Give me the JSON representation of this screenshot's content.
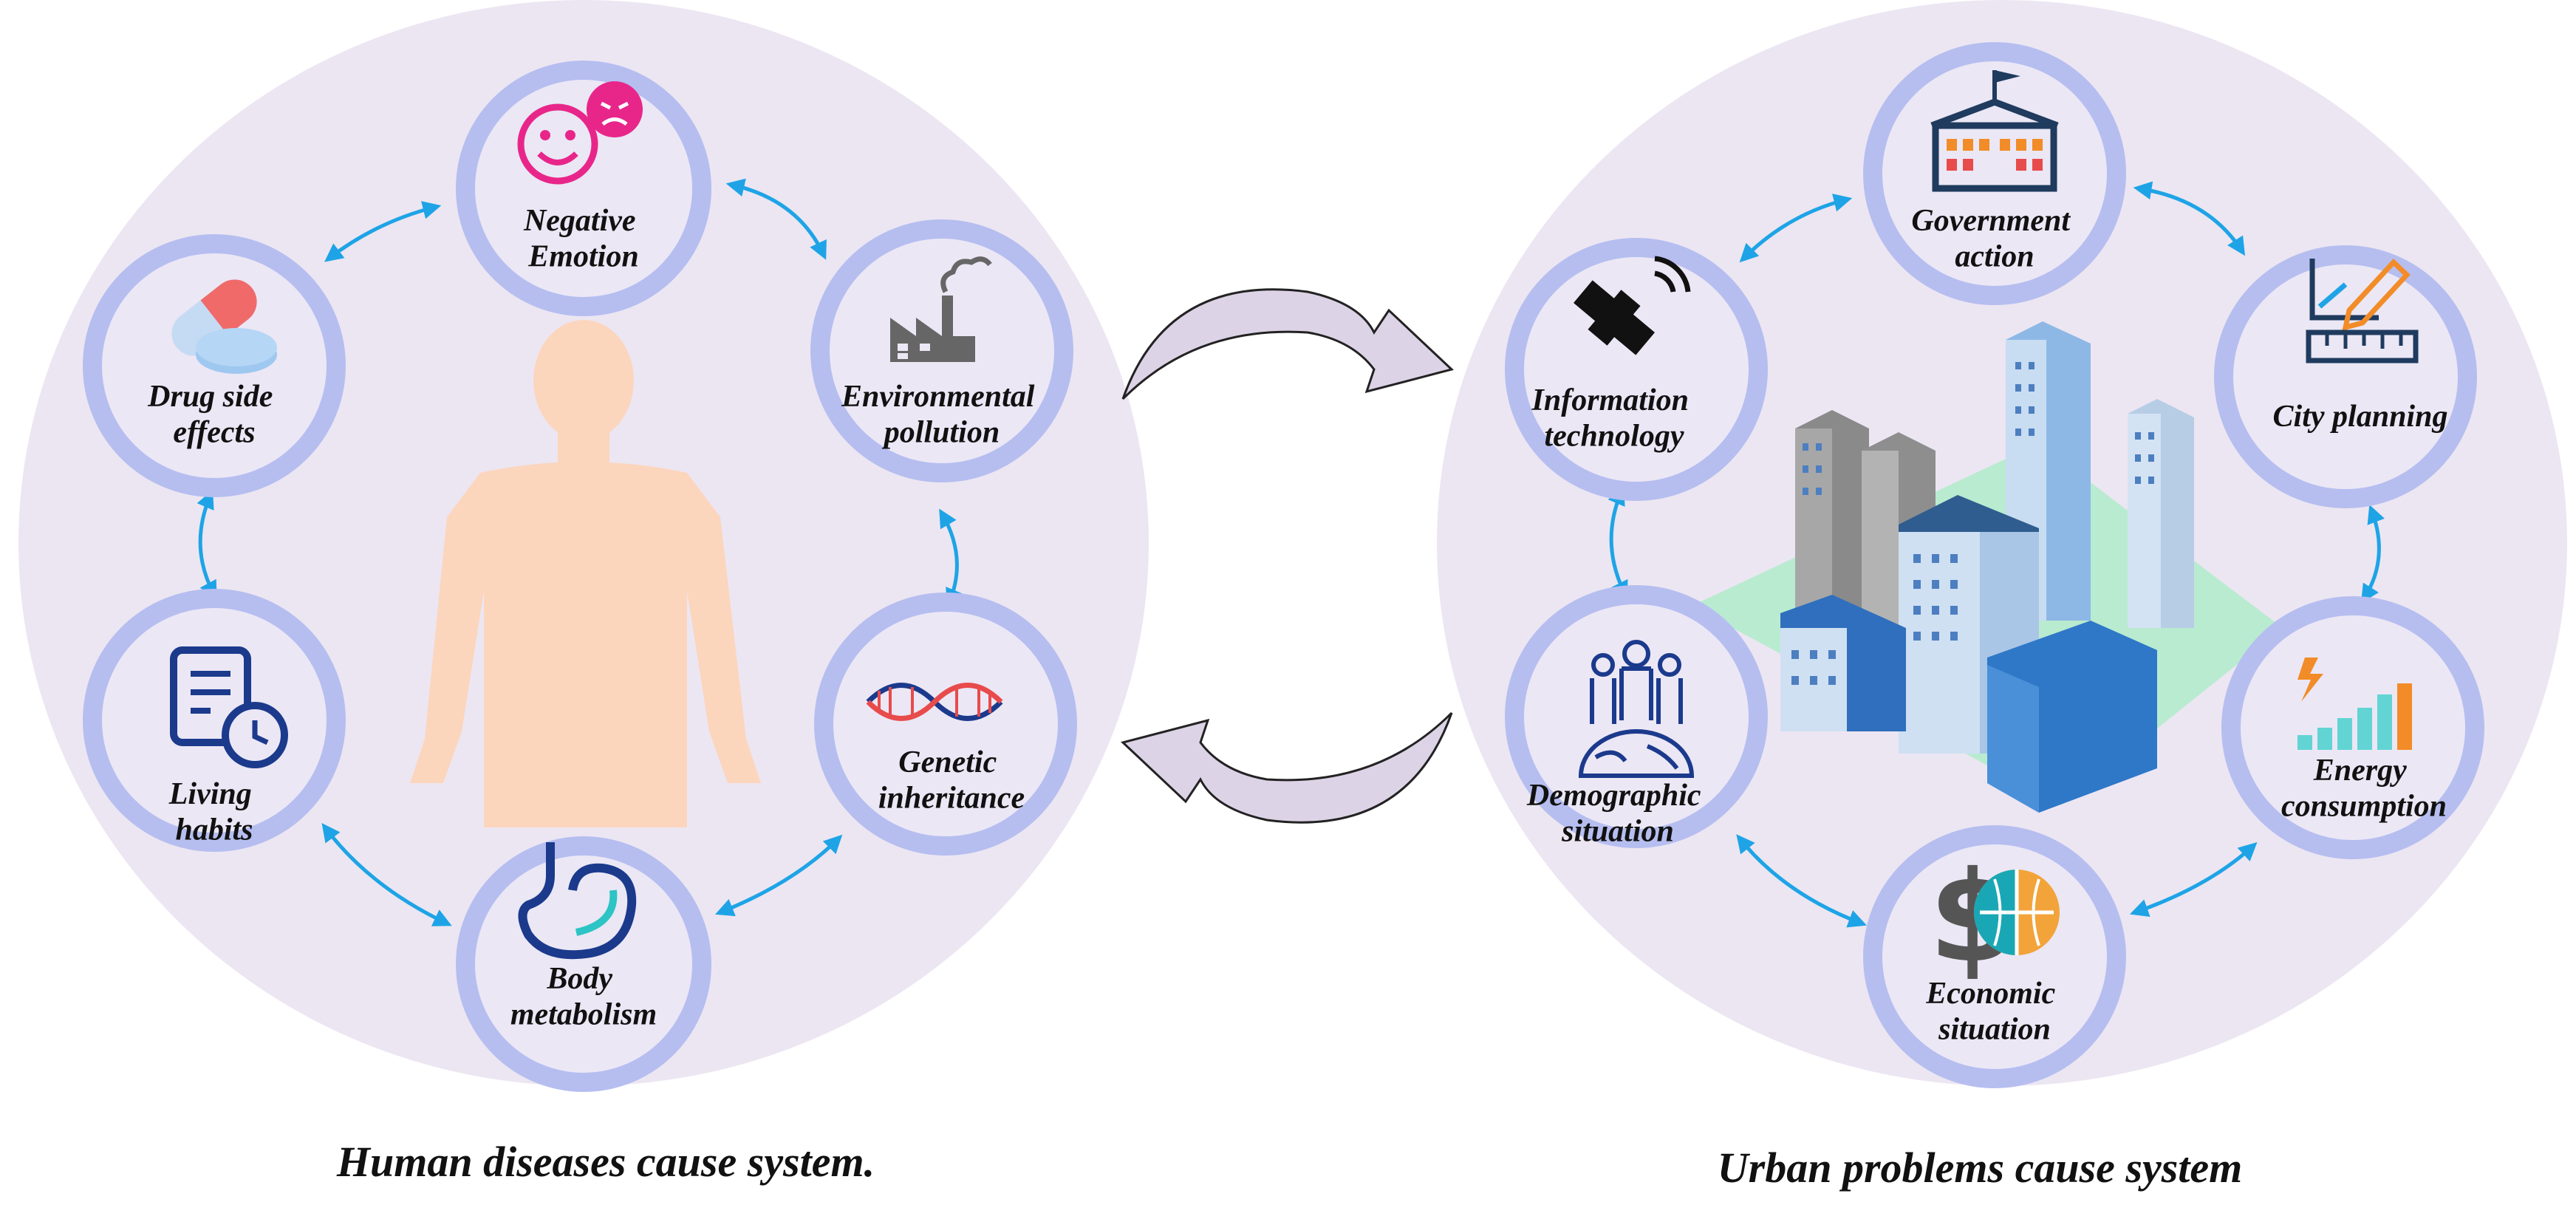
{
  "left_system": {
    "caption": "Human diseases cause system.",
    "nodes": {
      "negative_emotion": [
        "Negative",
        "Emotion"
      ],
      "environmental_pollution": [
        "Environmental",
        "pollution"
      ],
      "genetic_inheritance": [
        "Genetic",
        "inheritance"
      ],
      "body_metabolism": [
        "Body",
        "metabolism"
      ],
      "living_habits": [
        "Living",
        "habits"
      ],
      "drug_side_effects": [
        "Drug side",
        "effects"
      ]
    }
  },
  "right_system": {
    "caption": "Urban problems cause system",
    "nodes": {
      "government_action": [
        "Government",
        "action"
      ],
      "city_planning": [
        "City planning"
      ],
      "energy_consumption": [
        "Energy",
        "consumption"
      ],
      "economic_situation": [
        "Economic",
        "situation"
      ],
      "demographic_situation": [
        "Demographic",
        "situation"
      ],
      "information_technology": [
        "Information",
        "technology"
      ]
    }
  },
  "colors": {
    "ellipse_fill": "#ece6f2",
    "ring_stroke": "#b6bef0",
    "arrow": "#1ea4e6",
    "body_silhouette": "#fcd5bd",
    "cycle_arrow": "#ddd3e6"
  }
}
